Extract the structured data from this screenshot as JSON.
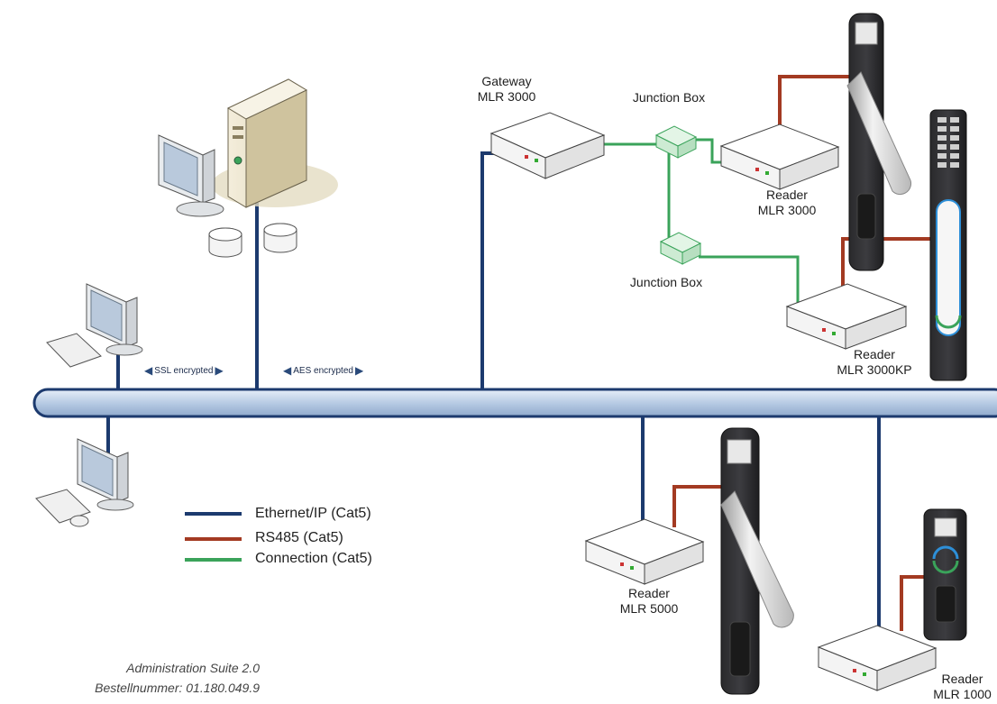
{
  "devices": {
    "gateway": {
      "line1": "Gateway",
      "line2": "MLR 3000"
    },
    "junction_top": {
      "label": "Junction Box"
    },
    "junction_bottom": {
      "label": "Junction Box"
    },
    "reader_3000": {
      "line1": "Reader",
      "line2": "MLR 3000"
    },
    "reader_3000kp": {
      "line1": "Reader",
      "line2": "MLR 3000KP"
    },
    "reader_5000": {
      "line1": "Reader",
      "line2": "MLR 5000"
    },
    "reader_1000": {
      "line1": "Reader",
      "line2": "MLR 1000"
    }
  },
  "encryption": {
    "ssl": "SSL encrypted",
    "aes": "AES encrypted"
  },
  "legend": {
    "items": [
      {
        "label": "Ethernet/IP (Cat5)",
        "color": "#1c3a6e"
      },
      {
        "label": "RS485 (Cat5)",
        "color": "#a33a22"
      },
      {
        "label": "Connection (Cat5)",
        "color": "#3aa35a"
      }
    ]
  },
  "footer": {
    "line1": "Administration Suite 2.0",
    "line2": "Bestellnummer: 01.180.049.9"
  },
  "colors": {
    "ethernet": "#1c3a6e",
    "rs485": "#a33a22",
    "connection": "#3aa35a",
    "bus_fill": "#c9d9ec",
    "bus_stroke": "#1c3a6e"
  }
}
